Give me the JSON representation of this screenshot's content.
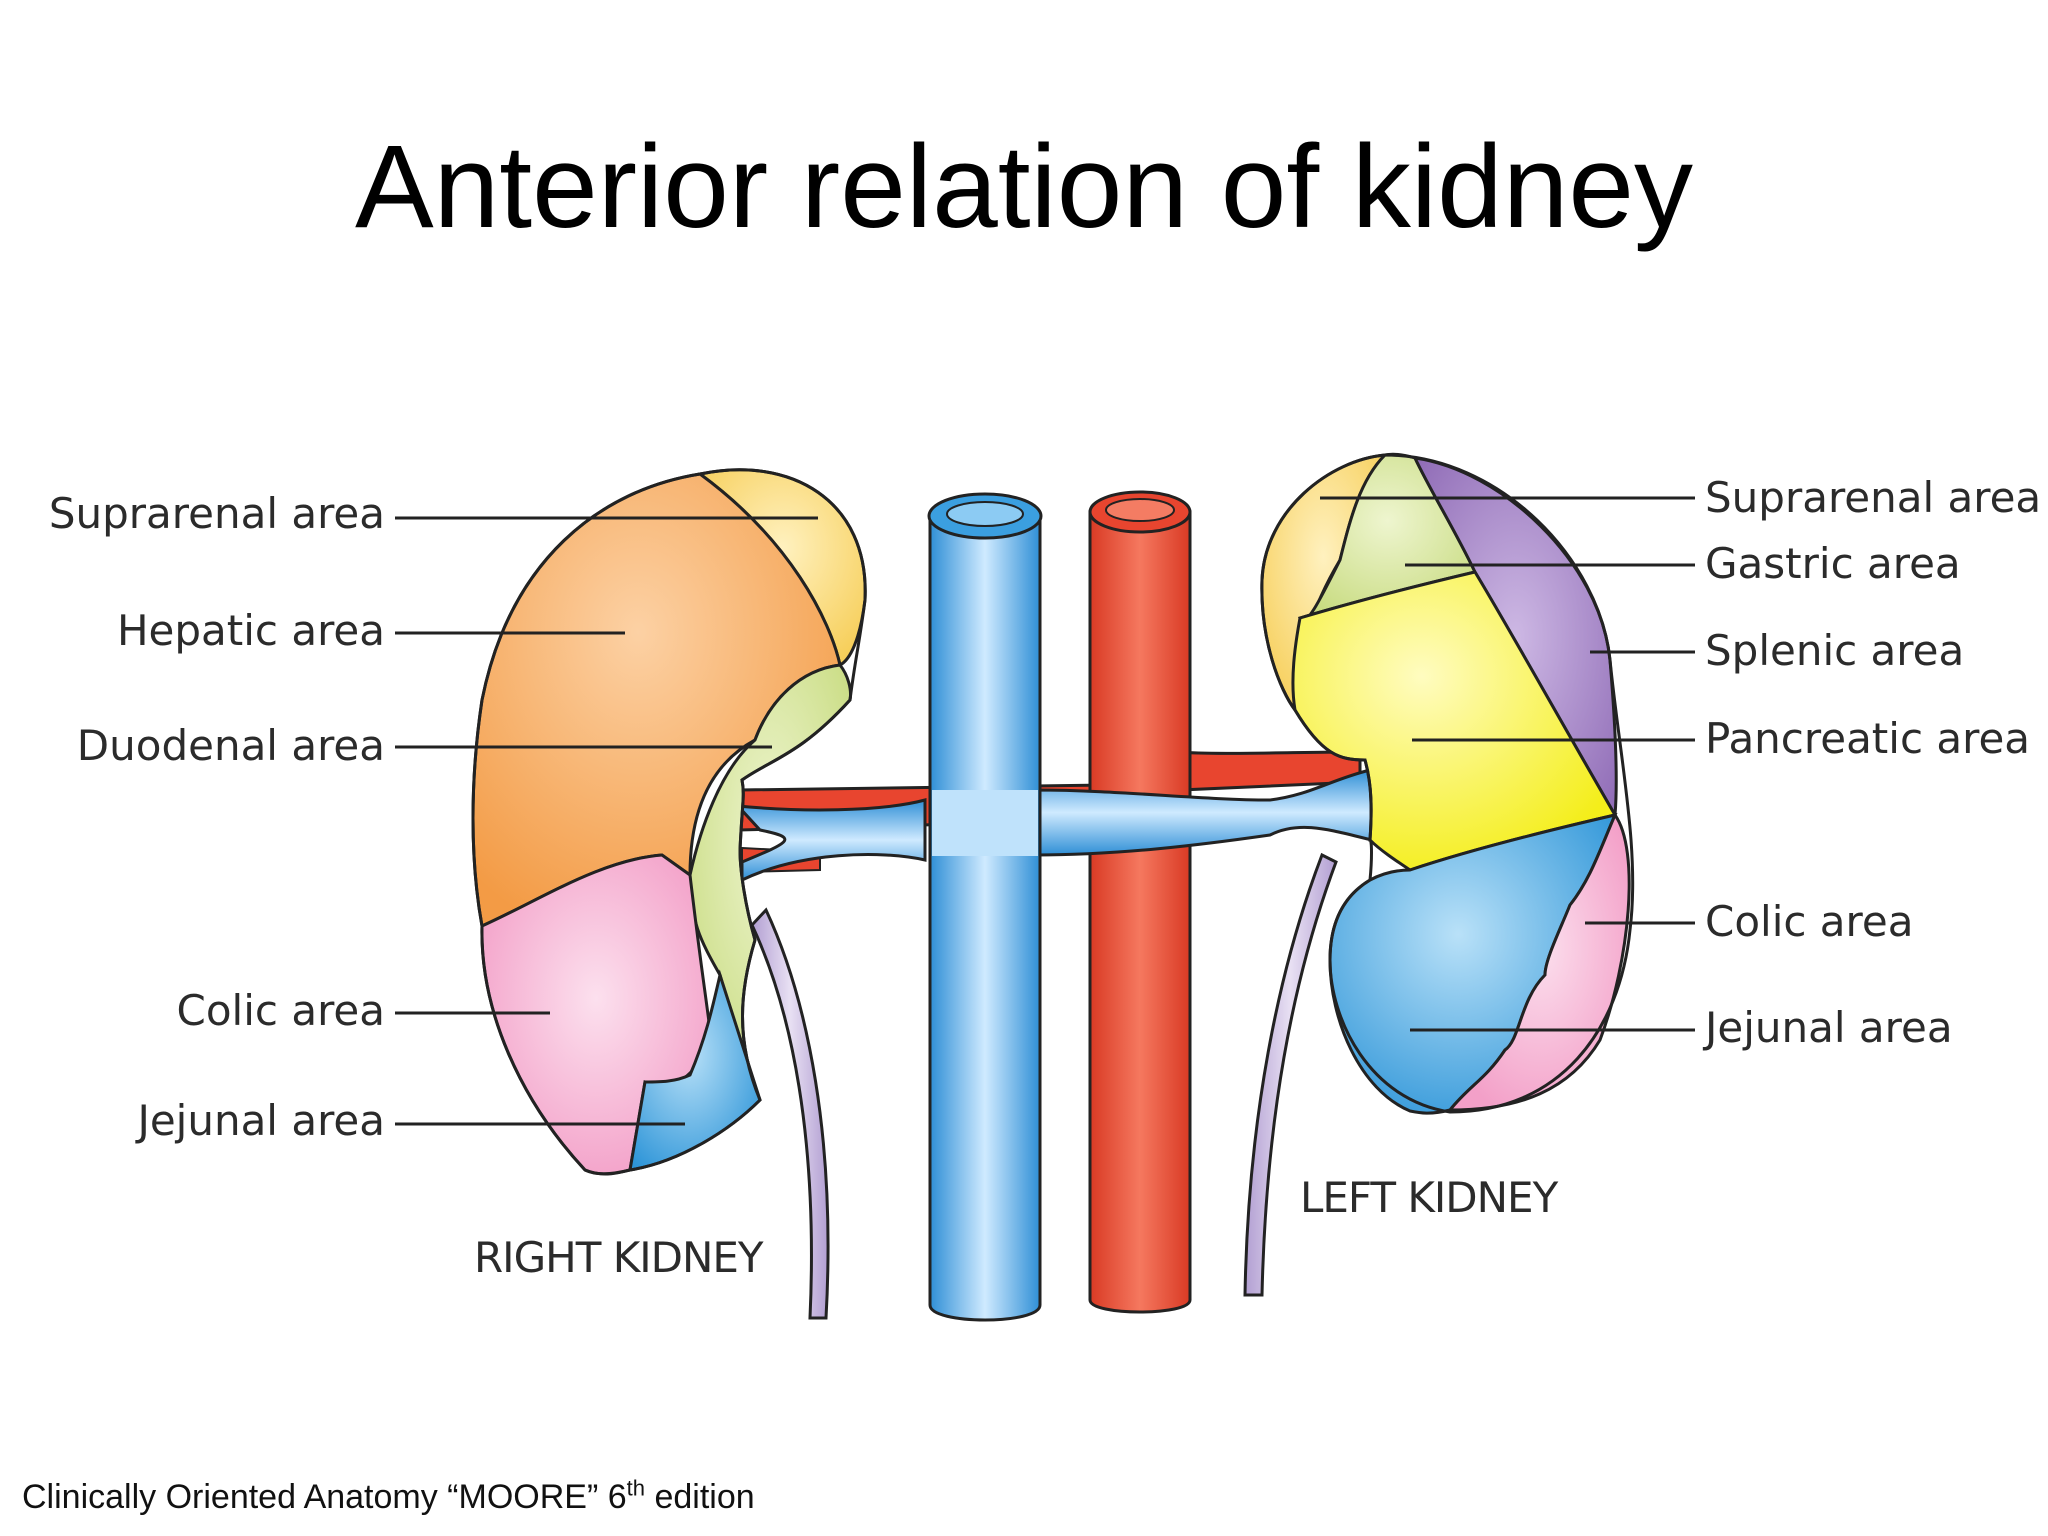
{
  "title": "Anterior relation of kidney",
  "right_kidney": {
    "name": "RIGHT KIDNEY",
    "labels": [
      "Suprarenal area",
      "Hepatic area",
      "Duodenal area",
      "Colic area",
      "Jejunal area"
    ]
  },
  "left_kidney": {
    "name": "LEFT KIDNEY",
    "labels": [
      "Suprarenal area",
      "Gastric area",
      "Splenic area",
      "Pancreatic area",
      "Colic area",
      "Jejunal area"
    ]
  },
  "footer": {
    "text": "Clinically Oriented Anatomy “MOORE” 6",
    "sup": "th",
    "tail": " edition"
  },
  "colors": {
    "suprarenal": "#f9d66a",
    "hepatic": "#f6a24e",
    "duodenal": "#cfe08c",
    "colic": "#f6aed0",
    "jejunal": "#3fa2de",
    "gastric": "#cfe08c",
    "splenic": "#9d7bc0",
    "pancreatic": "#f6f227",
    "vein": "#3b9fe0",
    "artery": "#e8452f",
    "ureter": "#c4b3dd"
  }
}
